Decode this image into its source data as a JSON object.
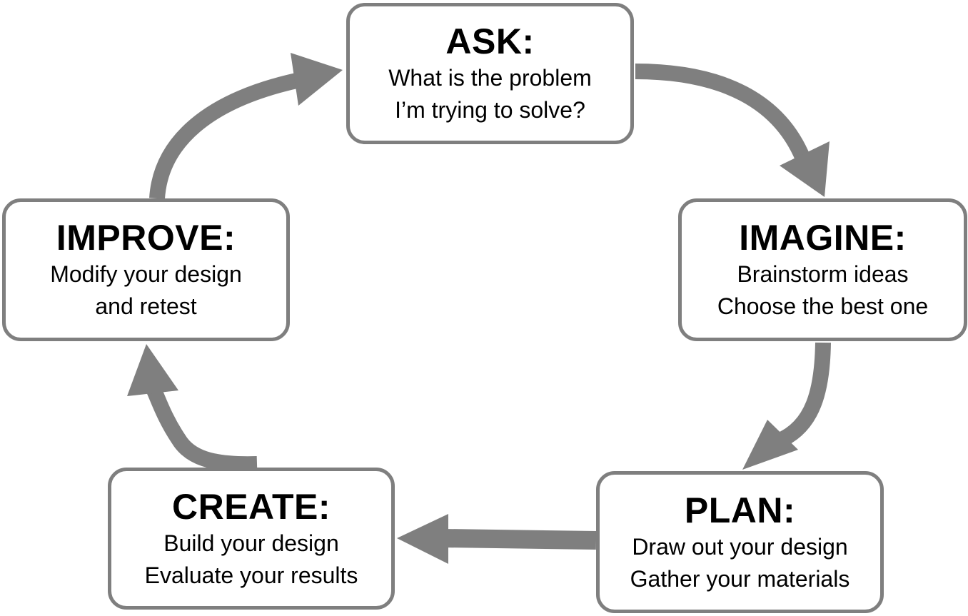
{
  "diagram": {
    "arrow_color": "#7f7f7f",
    "box_border_color": "#7f7f7f",
    "steps": [
      {
        "id": "ask",
        "title": "ASK:",
        "lines": [
          "What is the problem",
          "I’m trying to solve?"
        ]
      },
      {
        "id": "imagine",
        "title": "IMAGINE:",
        "lines": [
          "Brainstorm ideas",
          "Choose the best one"
        ]
      },
      {
        "id": "plan",
        "title": "PLAN:",
        "lines": [
          "Draw out your design",
          "Gather your materials"
        ]
      },
      {
        "id": "create",
        "title": "CREATE:",
        "lines": [
          "Build your design",
          "Evaluate your results"
        ]
      },
      {
        "id": "improve",
        "title": "IMPROVE:",
        "lines": [
          "Modify your design",
          "and retest"
        ]
      }
    ],
    "cycle": [
      {
        "from": "ask",
        "to": "imagine"
      },
      {
        "from": "imagine",
        "to": "plan"
      },
      {
        "from": "plan",
        "to": "create"
      },
      {
        "from": "create",
        "to": "improve"
      },
      {
        "from": "improve",
        "to": "ask"
      }
    ]
  }
}
